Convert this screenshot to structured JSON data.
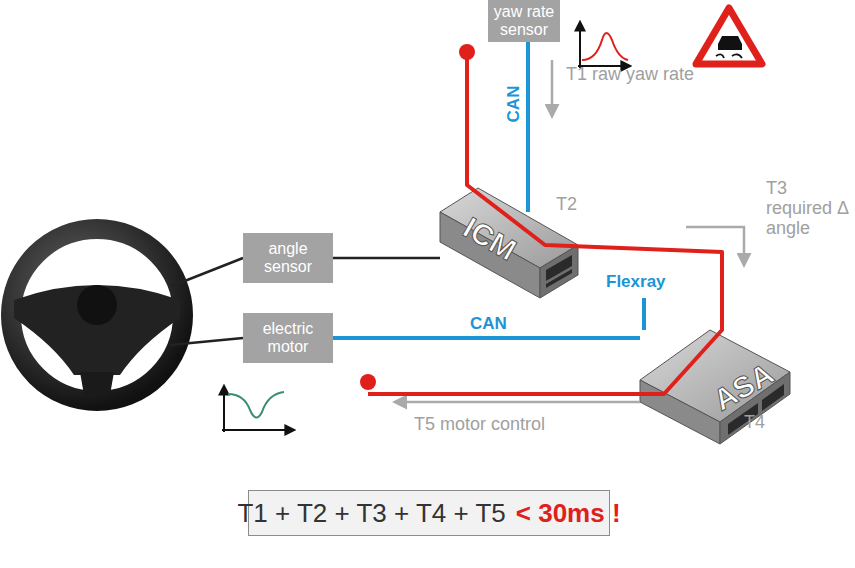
{
  "diagram": {
    "nodes": [
      {
        "text": [
          "yaw rate sensor"
        ]
      },
      {
        "text": [
          "ICM"
        ]
      },
      {
        "text": [
          "angle sensor"
        ]
      },
      {
        "text": [
          "electric motor"
        ]
      },
      {
        "text": [
          "ASA"
        ]
      },
      {
        "text": [
          "T1 + T2 + T3 + T4 + T5",
          "< 30ms !"
        ]
      }
    ],
    "edges": [
      {
        "from": 0,
        "to": 1,
        "arrow": "none",
        "label": "CAN"
      },
      {
        "from": 2,
        "to": 1,
        "arrow": "none"
      },
      {
        "from": 1,
        "to": 4,
        "arrow": "none",
        "label": "Flexray"
      },
      {
        "from": 4,
        "to": 3,
        "arrow": "none",
        "label": "CAN"
      }
    ],
    "labels": [
      "T1 raw yaw rate",
      "T2",
      "T3 required Δ angle",
      "T4",
      "T5 motor control"
    ]
  }
}
